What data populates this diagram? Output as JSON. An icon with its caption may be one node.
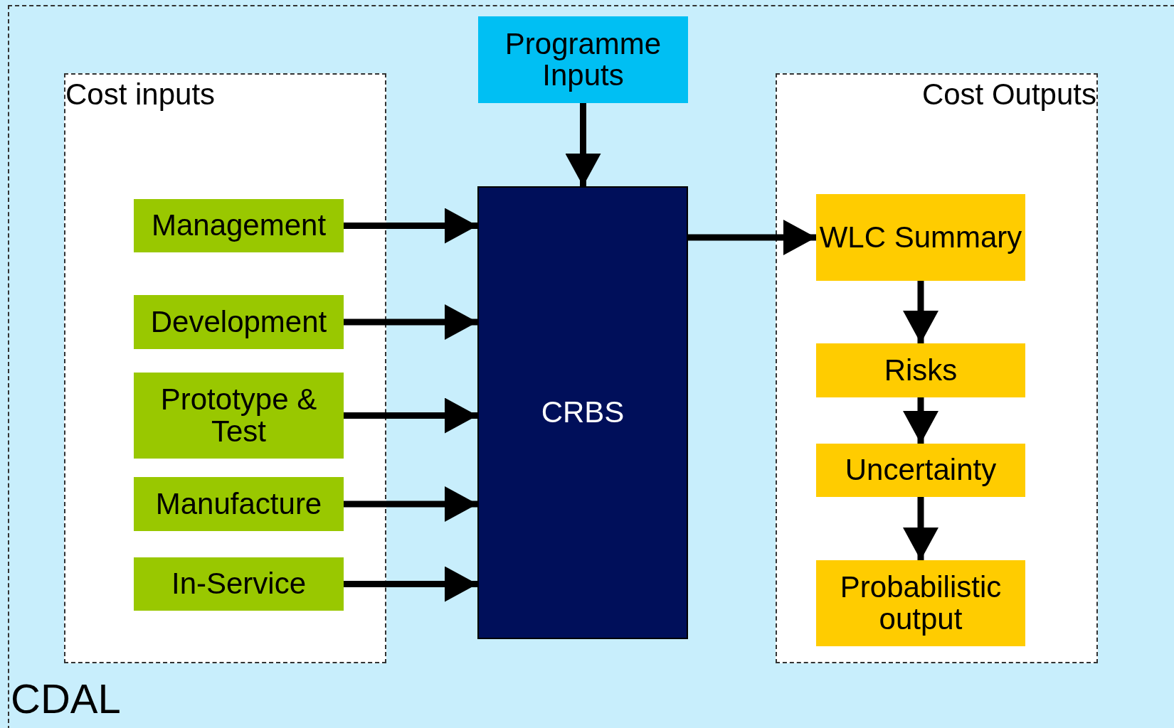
{
  "diagram": {
    "nodes": [
      {
        "text": [
          "CDAL"
        ]
      },
      {
        "text": [
          "Cost inputs"
        ],
        "in": 0
      },
      {
        "text": [
          "Management"
        ],
        "in": 1
      },
      {
        "text": [
          "Development"
        ],
        "in": 1
      },
      {
        "text": [
          "Prototype & Test"
        ],
        "in": 1
      },
      {
        "text": [
          "Manufacture"
        ],
        "in": 1
      },
      {
        "text": [
          "In-Service"
        ],
        "in": 1
      },
      {
        "text": [
          "Programme Inputs"
        ],
        "in": 0
      },
      {
        "text": [
          "CRBS"
        ],
        "in": 0
      },
      {
        "text": [
          "Cost Outputs"
        ],
        "in": 0
      },
      {
        "text": [
          "WLC Summary"
        ],
        "in": 9
      },
      {
        "text": [
          "Risks"
        ],
        "in": 9
      },
      {
        "text": [
          "Uncertainty"
        ],
        "in": 9
      },
      {
        "text": [
          "Probabilistic output"
        ],
        "in": 9
      }
    ],
    "edges": [
      {
        "from": 7,
        "to": 8,
        "arrow": "to"
      },
      {
        "from": 2,
        "to": 8,
        "arrow": "to"
      },
      {
        "from": 3,
        "to": 8,
        "arrow": "to"
      },
      {
        "from": 4,
        "to": 8,
        "arrow": "to"
      },
      {
        "from": 5,
        "to": 8,
        "arrow": "to"
      },
      {
        "from": 6,
        "to": 8,
        "arrow": "to"
      },
      {
        "from": 8,
        "to": 10,
        "arrow": "to"
      },
      {
        "from": 10,
        "to": 11,
        "arrow": "to"
      },
      {
        "from": 11,
        "to": 12,
        "arrow": "to"
      },
      {
        "from": 12,
        "to": 13,
        "arrow": "to"
      }
    ]
  }
}
